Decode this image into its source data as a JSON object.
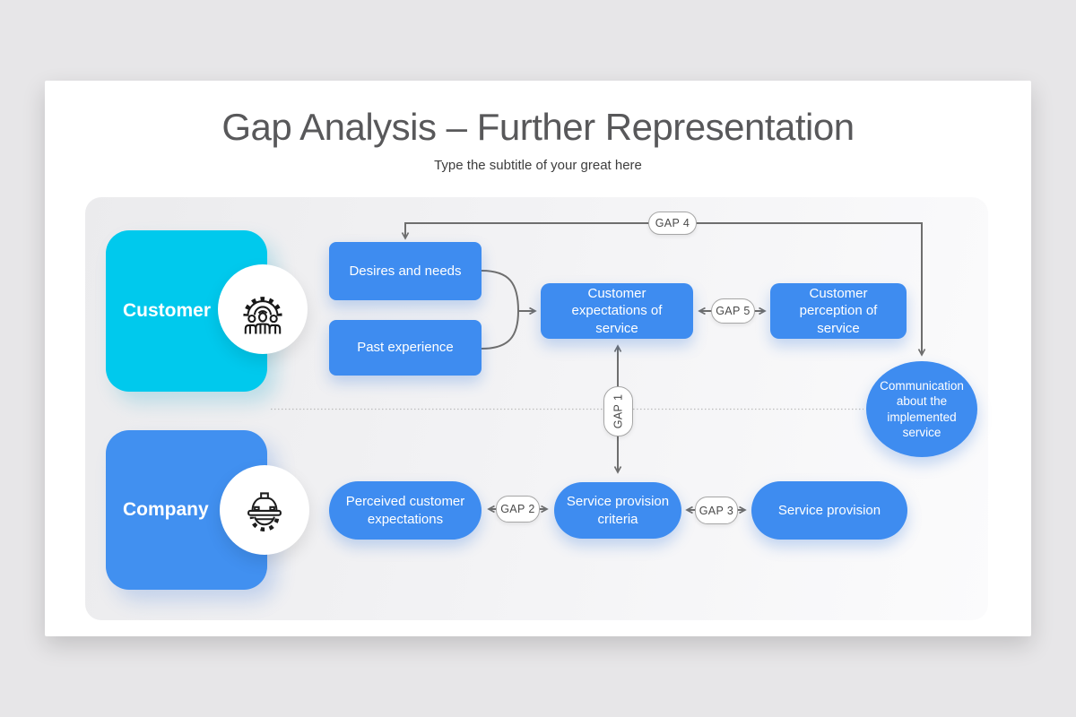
{
  "slide": {
    "title": "Gap Analysis – Further Representation",
    "subtitle": "Type the subtitle of your great here"
  },
  "entities": {
    "customer": {
      "label": "Customer",
      "icon": "team-gear-icon",
      "color": "#00C9ED"
    },
    "company": {
      "label": "Company",
      "icon": "hardhat-gear-icon",
      "color": "#4190F0"
    }
  },
  "nodes": {
    "desires": {
      "label": "Desires and needs"
    },
    "past": {
      "label": "Past experience"
    },
    "expectations": {
      "label": "Customer expectations of service"
    },
    "perception": {
      "label": "Customer perception of service"
    },
    "communication": {
      "label": "Communication about the implemented service"
    },
    "perceived": {
      "label": "Perceived customer expectations"
    },
    "criteria": {
      "label": "Service provision criteria"
    },
    "provision": {
      "label": "Service provision"
    }
  },
  "gaps": {
    "gap1": {
      "label": "GAP 1"
    },
    "gap2": {
      "label": "GAP 2"
    },
    "gap3": {
      "label": "GAP 3"
    },
    "gap4": {
      "label": "GAP 4"
    },
    "gap5": {
      "label": "GAP 5"
    }
  },
  "colors": {
    "customer-accent": "#00C9ED",
    "company-blue": "#4190F0",
    "primary-blue": "#3E8CF0",
    "line": "#6E6E6E"
  }
}
